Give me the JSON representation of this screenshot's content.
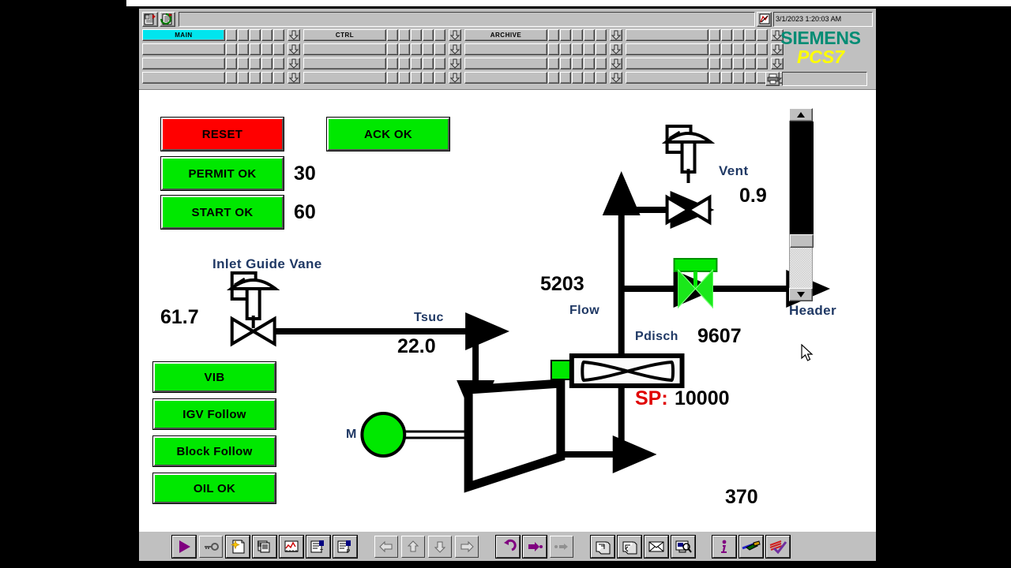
{
  "header": {
    "datetime": "3/1/2023 1:20:03 AM",
    "logo_brand": "SIEMENS",
    "logo_product": "PCS7",
    "icons": {
      "left1": "screen-overview-icon",
      "left2": "loop-display-icon",
      "alarm": "alarm-ack-icon",
      "printer": "printer-icon"
    },
    "groups": [
      {
        "label": "MAIN",
        "active": true
      },
      {
        "label": "CTRL",
        "active": false
      },
      {
        "label": "ARCHIVE",
        "active": false
      },
      {
        "label": "",
        "active": false
      }
    ],
    "blank_rows": 3
  },
  "controls": {
    "reset_label": "RESET",
    "ack_label": "ACK  OK",
    "permit_label": "PERMIT OK",
    "permit_value": "30",
    "start_label": "START  OK",
    "start_value": "60",
    "status": [
      {
        "label": "VIB"
      },
      {
        "label": "IGV Follow"
      },
      {
        "label": "Block Follow"
      },
      {
        "label": "OIL OK"
      }
    ]
  },
  "process": {
    "igv_label": "Inlet Guide Vane",
    "igv_value": "61.7",
    "tsuc_label": "Tsuc",
    "tsuc_value": "22.0",
    "motor_label": "M",
    "flow_label": "Flow",
    "flow_value": "5203",
    "pdisch_label": "Pdisch",
    "pdisch_value": "9607",
    "sp_label": "SP:",
    "sp_value": "10000",
    "vent_label": "Vent",
    "vent_value": "0.9",
    "header_label": "Header",
    "header_value": "370",
    "gauge": {
      "fill_percent": 68,
      "thumb_percent": 68
    }
  },
  "toolbar": {
    "buttons": [
      {
        "name": "run-button",
        "icon": "play-triangle-icon"
      },
      {
        "name": "login-button",
        "icon": "key-icon"
      },
      {
        "name": "new-message-button",
        "icon": "star-page-icon"
      },
      {
        "name": "message-list-button",
        "icon": "stacked-pages-icon"
      },
      {
        "name": "trend-button",
        "icon": "trend-chart-icon"
      },
      {
        "name": "tag-report-button",
        "icon": "clipboard-t-icon"
      },
      {
        "name": "param-report-button",
        "icon": "clipboard-p-icon"
      },
      {
        "name": "back-button",
        "icon": "arrow-left-icon"
      },
      {
        "name": "up-button",
        "icon": "arrow-up-icon"
      },
      {
        "name": "down-button",
        "icon": "arrow-down-icon"
      },
      {
        "name": "forward-button",
        "icon": "arrow-right-icon"
      },
      {
        "name": "undo-button",
        "icon": "undo-loop-icon"
      },
      {
        "name": "jump-next-button",
        "icon": "arrow-to-dot-purple-icon"
      },
      {
        "name": "jump-prev-button",
        "icon": "arrow-to-dot-gray-icon"
      },
      {
        "name": "window-restore-button",
        "icon": "window-restore-icon"
      },
      {
        "name": "window-cascade-button",
        "icon": "window-cascade-icon"
      },
      {
        "name": "close-picture-button",
        "icon": "envelope-x-icon"
      },
      {
        "name": "screen-zoom-button",
        "icon": "monitor-magnifier-icon"
      },
      {
        "name": "info-button",
        "icon": "info-i-icon"
      },
      {
        "name": "tools-button",
        "icon": "tools-icon"
      },
      {
        "name": "sign-button",
        "icon": "pen-check-icon"
      }
    ]
  }
}
